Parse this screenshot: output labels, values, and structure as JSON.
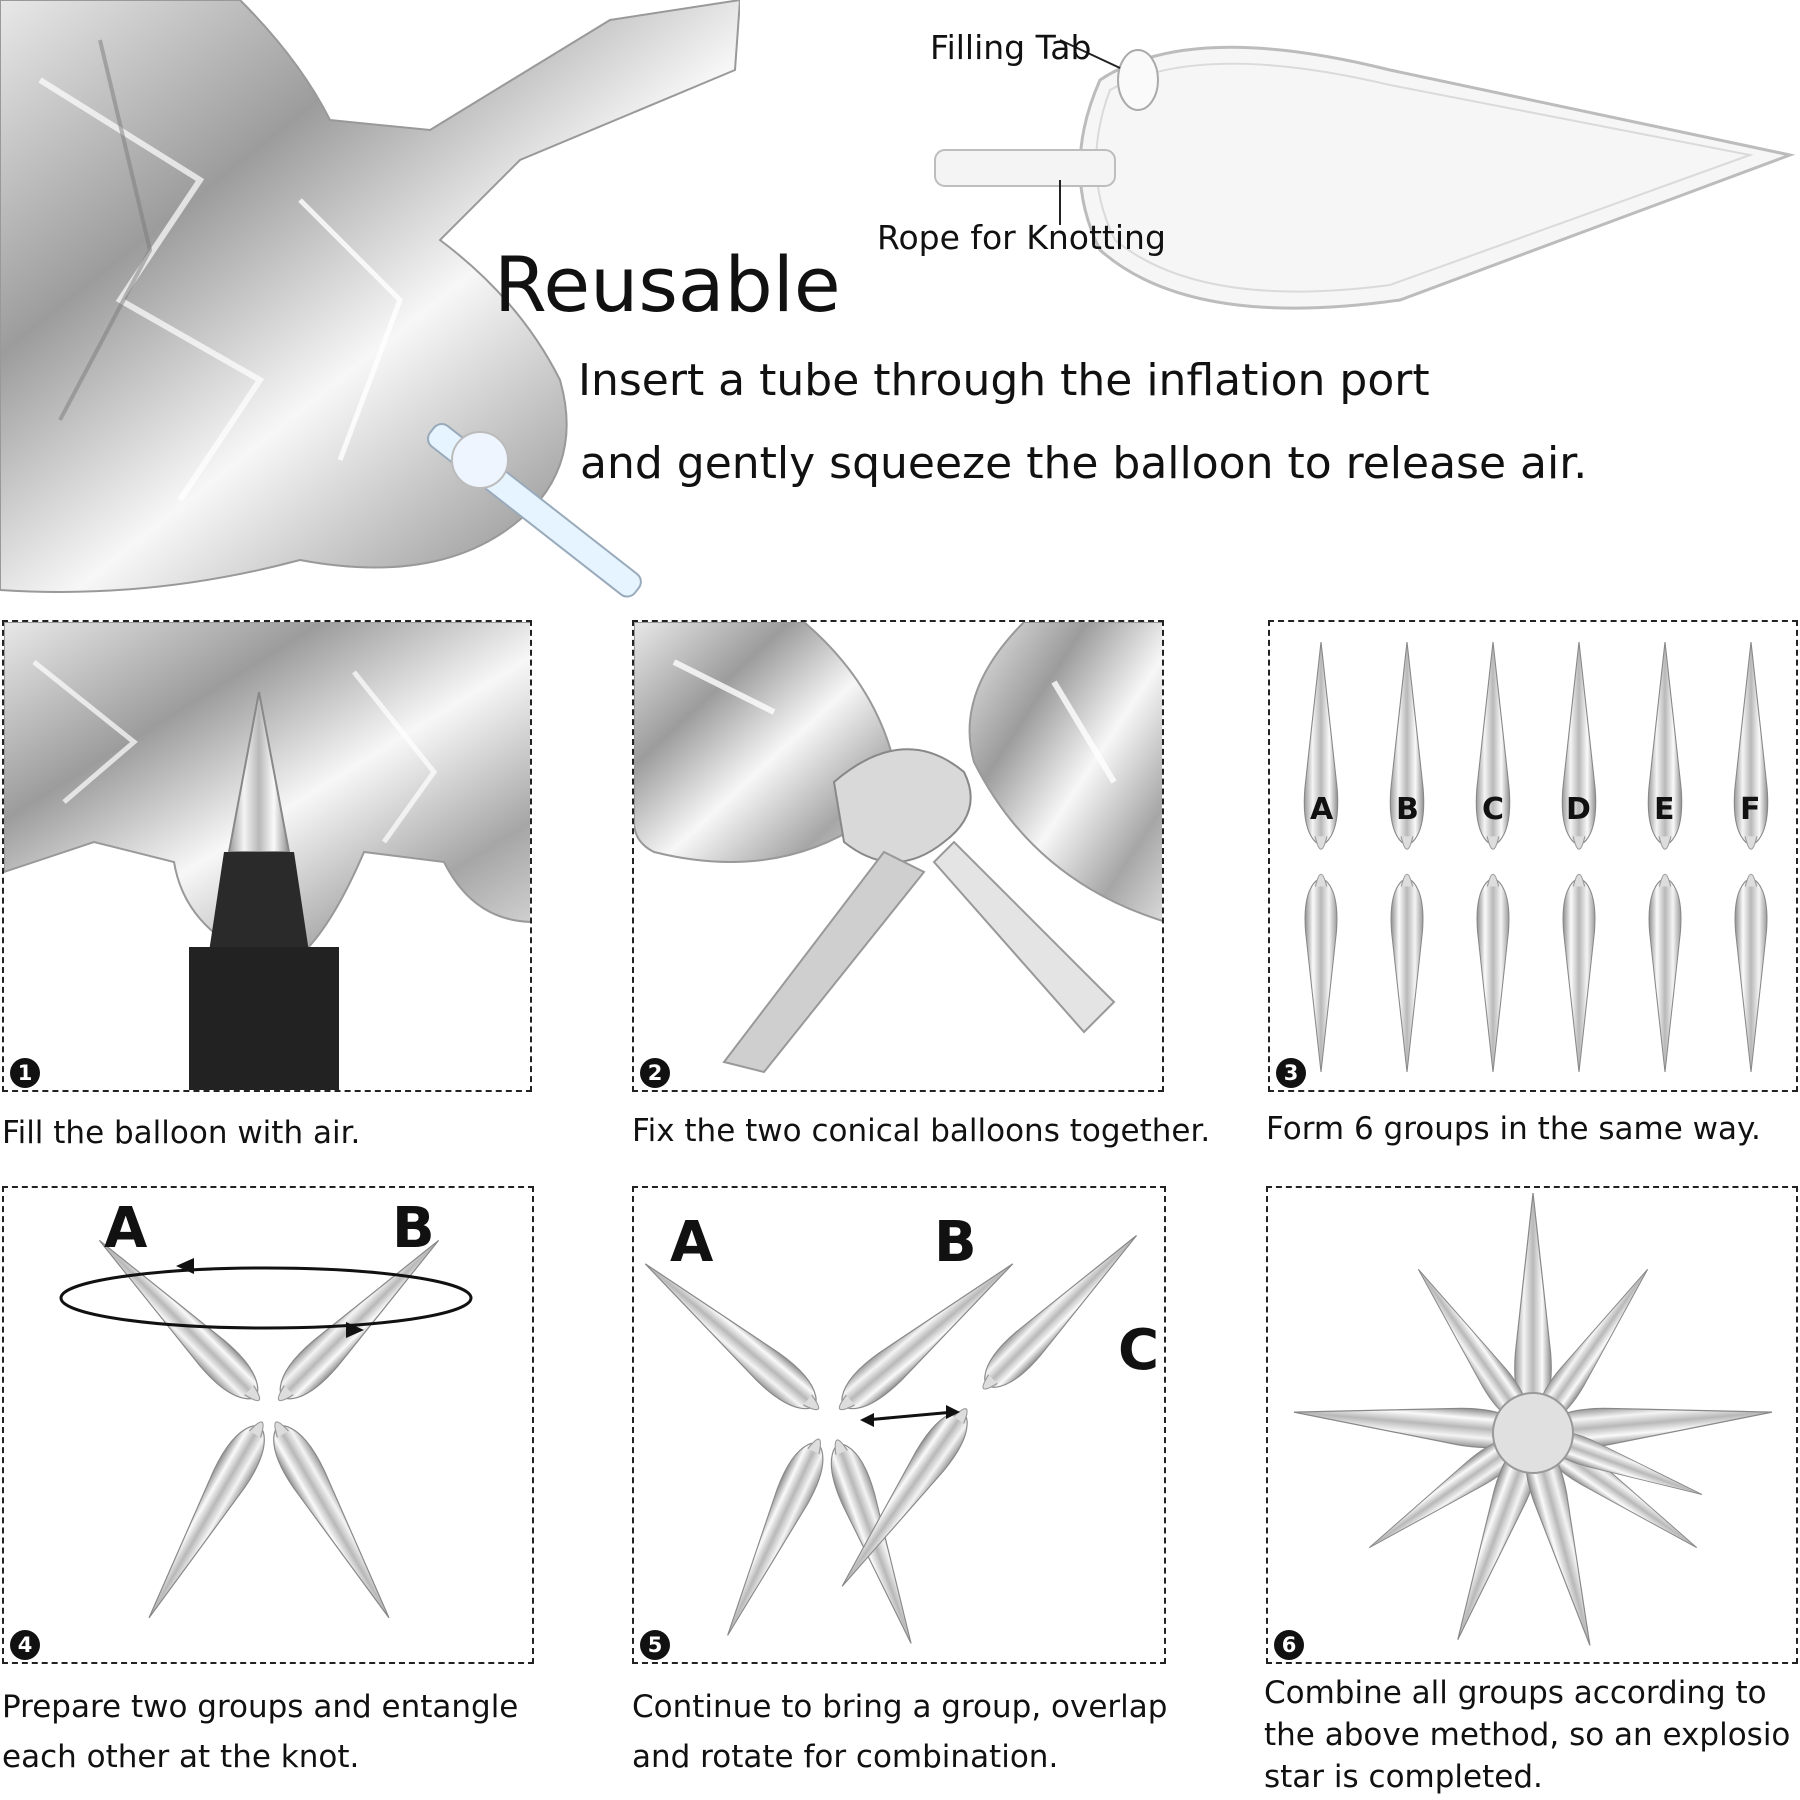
{
  "header": {
    "title": "Reusable",
    "instruction_line1": "Insert a tube through the inflation port",
    "instruction_line2": "and gently squeeze the balloon to release air.",
    "filling_tab_label": "Filling Tab",
    "rope_label": "Rope for Knotting"
  },
  "steps": [
    {
      "badge": "1",
      "caption": "Fill the balloon with air."
    },
    {
      "badge": "2",
      "caption": "Fix the two conical balloons together."
    },
    {
      "badge": "3",
      "caption": "Form 6 groups in the same way.",
      "groups": [
        "A",
        "B",
        "C",
        "D",
        "E",
        "F"
      ]
    },
    {
      "badge": "4",
      "caption_line1": "Prepare two groups and entangle",
      "caption_line2": "each other at the knot.",
      "letters": [
        "A",
        "B"
      ]
    },
    {
      "badge": "5",
      "caption_line1": "Continue to bring a group, overlap",
      "caption_line2": "and rotate for combination.",
      "letters": [
        "A",
        "B",
        "C"
      ]
    },
    {
      "badge": "6",
      "caption_line1": "Combine all groups according to",
      "caption_line2": "the above method, so an explosio",
      "caption_line3": "star is completed."
    }
  ],
  "colors": {
    "silver_light": "#f2f2f2",
    "silver_mid": "#c4c4c4",
    "silver_dark": "#8a8a8a",
    "text": "#111111"
  }
}
